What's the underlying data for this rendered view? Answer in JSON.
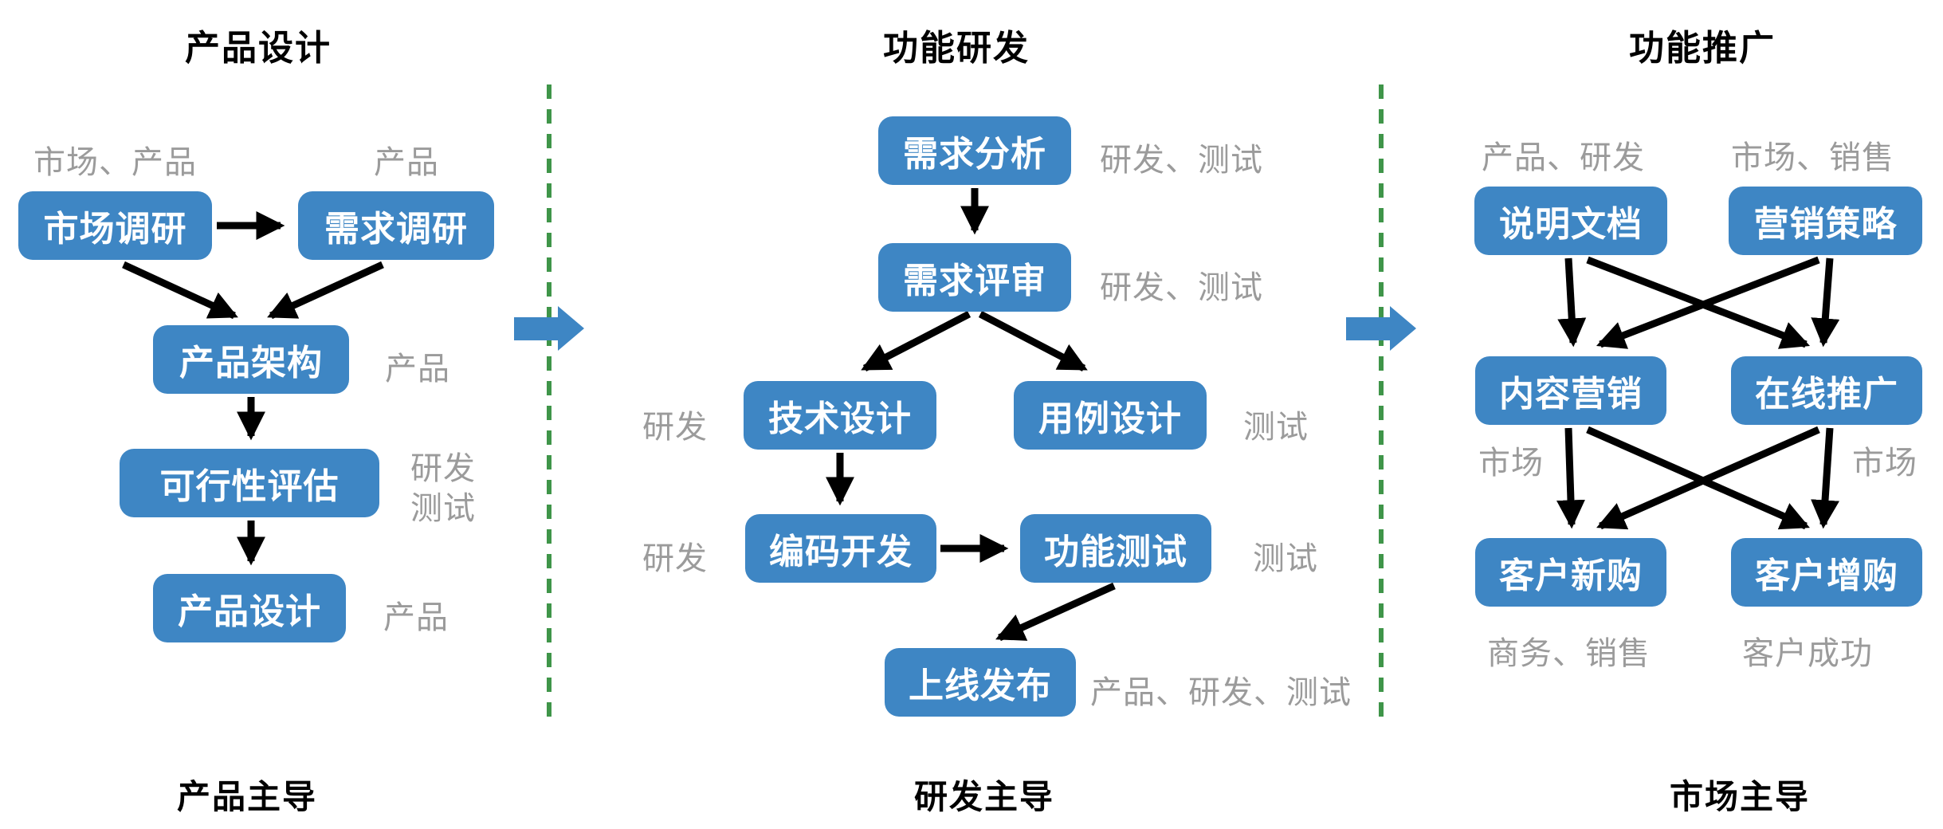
{
  "diagram": {
    "colors": {
      "node_fill": "#3e86c4",
      "node_text": "#ffffff",
      "role_text": "#9b9b9b",
      "title_text": "#000000",
      "flow_arrow": "#000000",
      "stage_divider": "#3f9549",
      "stage_transition_arrow": "#3e86c4",
      "background": "#ffffff"
    },
    "stage_transitions": [
      "产品设计→功能研发",
      "功能研发→功能推广"
    ],
    "columns": [
      {
        "title": "产品设计",
        "footer": "产品主导",
        "nodes": [
          {
            "label": "市场调研",
            "role": "市场、产品",
            "role_position": "top"
          },
          {
            "label": "需求调研",
            "role": "产品",
            "role_position": "top"
          },
          {
            "label": "产品架构",
            "role": "产品",
            "role_position": "right"
          },
          {
            "label": "可行性评估",
            "role": "研发\n测试",
            "role_position": "right"
          },
          {
            "label": "产品设计",
            "role": "产品",
            "role_position": "right"
          }
        ],
        "edges": [
          "市场调研→需求调研",
          "市场调研→产品架构",
          "需求调研→产品架构",
          "产品架构→可行性评估",
          "可行性评估→产品设计"
        ]
      },
      {
        "title": "功能研发",
        "footer": "研发主导",
        "nodes": [
          {
            "label": "需求分析",
            "role": "研发、测试",
            "role_position": "right"
          },
          {
            "label": "需求评审",
            "role": "研发、测试",
            "role_position": "right"
          },
          {
            "label": "技术设计",
            "role": "研发",
            "role_position": "left"
          },
          {
            "label": "用例设计",
            "role": "测试",
            "role_position": "right"
          },
          {
            "label": "编码开发",
            "role": "研发",
            "role_position": "left"
          },
          {
            "label": "功能测试",
            "role": "测试",
            "role_position": "right"
          },
          {
            "label": "上线发布",
            "role": "产品、研发、测试",
            "role_position": "right"
          }
        ],
        "edges": [
          "需求分析→需求评审",
          "需求评审→技术设计",
          "需求评审→用例设计",
          "技术设计→编码开发",
          "编码开发→功能测试",
          "功能测试→上线发布"
        ]
      },
      {
        "title": "功能推广",
        "footer": "市场主导",
        "nodes": [
          {
            "label": "说明文档",
            "role": "产品、研发",
            "role_position": "top"
          },
          {
            "label": "营销策略",
            "role": "市场、销售",
            "role_position": "top"
          },
          {
            "label": "内容营销",
            "role": "市场",
            "role_position": "bottom-left"
          },
          {
            "label": "在线推广",
            "role": "市场",
            "role_position": "bottom-right"
          },
          {
            "label": "客户新购",
            "role": "商务、销售",
            "role_position": "bottom"
          },
          {
            "label": "客户增购",
            "role": "客户成功",
            "role_position": "bottom"
          }
        ],
        "edges": [
          "说明文档→内容营销",
          "说明文档→在线推广",
          "营销策略→内容营销",
          "营销策略→在线推广",
          "内容营销→客户新购",
          "内容营销→客户增购",
          "在线推广→客户新购",
          "在线推广→客户增购"
        ]
      }
    ]
  }
}
